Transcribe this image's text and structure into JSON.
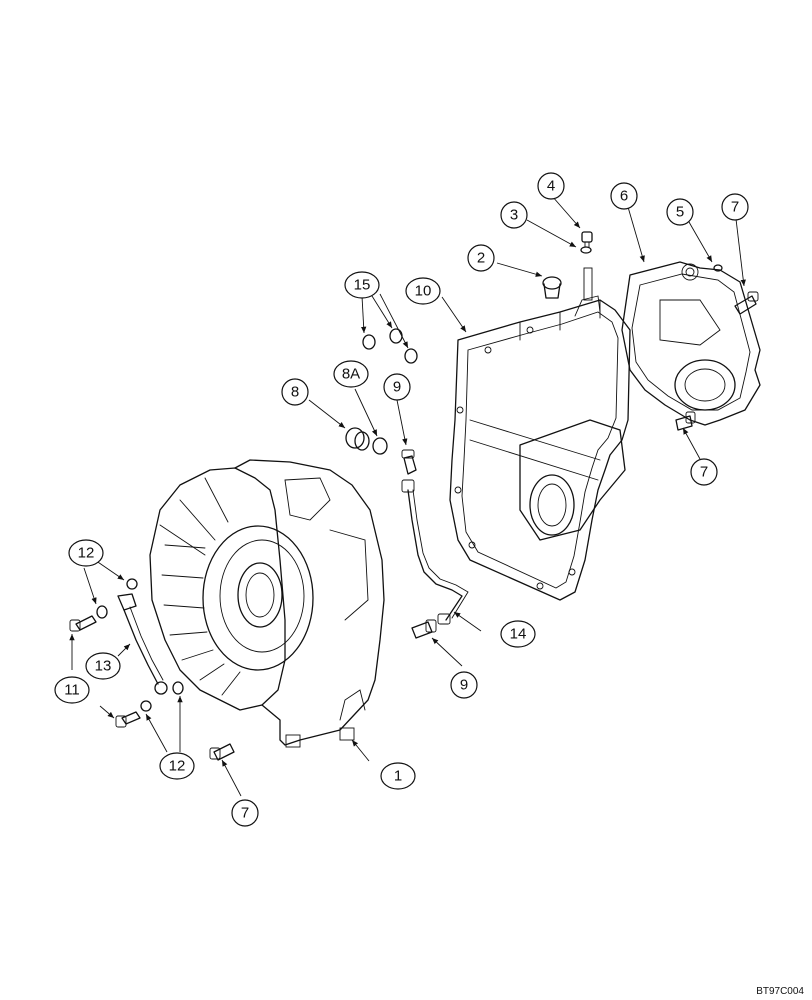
{
  "drawing_code": "BT97C004",
  "callouts": [
    {
      "label": "1"
    },
    {
      "label": "2"
    },
    {
      "label": "3"
    },
    {
      "label": "4"
    },
    {
      "label": "5"
    },
    {
      "label": "6"
    },
    {
      "label": "7"
    },
    {
      "label": "7"
    },
    {
      "label": "7"
    },
    {
      "label": "8"
    },
    {
      "label": "8A"
    },
    {
      "label": "9"
    },
    {
      "label": "9"
    },
    {
      "label": "10"
    },
    {
      "label": "11"
    },
    {
      "label": "12"
    },
    {
      "label": "12"
    },
    {
      "label": "13"
    },
    {
      "label": "14"
    },
    {
      "label": "15"
    }
  ]
}
